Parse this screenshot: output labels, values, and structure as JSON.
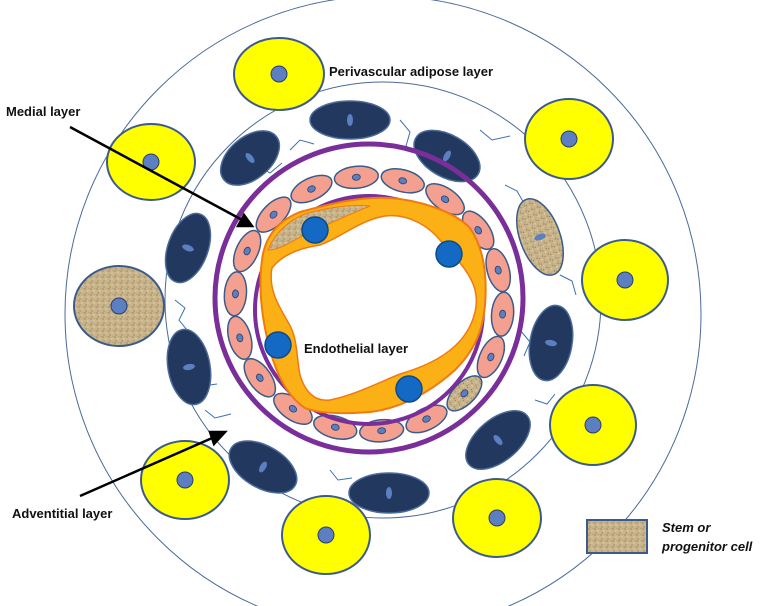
{
  "labels": {
    "perivascular": "Perivascular adipose layer",
    "medial": "Medial layer",
    "endothelial": "Endothelial layer",
    "adventitial": "Adventitial layer"
  },
  "legend": {
    "line1": "Stem or",
    "line2": "progenitor cell"
  },
  "colors": {
    "adipocyte": "#ffff00",
    "adipocyte_stroke": "#3c5b8a",
    "nucleus": "#5b7fc0",
    "adventitial_cell": "#22385e",
    "medial_cell": "#f4a090",
    "elastic_lamina": "#7a2e9a",
    "endothelium": "#fbb016",
    "endothelial_nucleus": "#1469c4",
    "stem_cell": "#c8b48a",
    "vessel_outline": "#4a6a9a"
  }
}
